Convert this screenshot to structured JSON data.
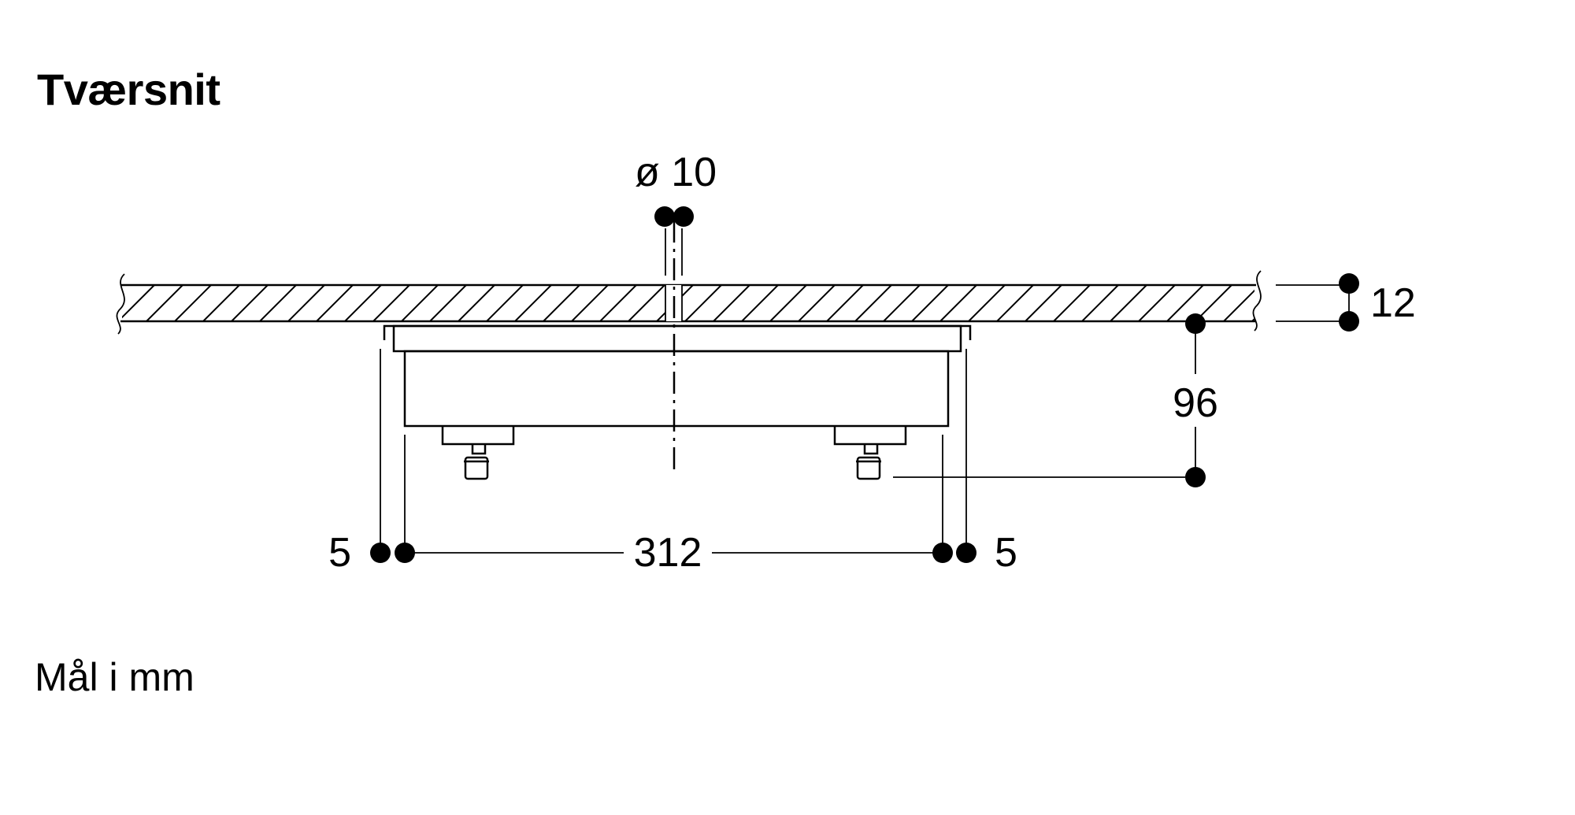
{
  "title": "Tværsnit",
  "units_note": "Mål i mm",
  "dimensions": {
    "hole_diameter": "ø 10",
    "panel_thickness": "12",
    "height": "96",
    "width": "312",
    "left_gap": "5",
    "right_gap": "5"
  },
  "colors": {
    "line": "#000000",
    "background": "#ffffff"
  }
}
